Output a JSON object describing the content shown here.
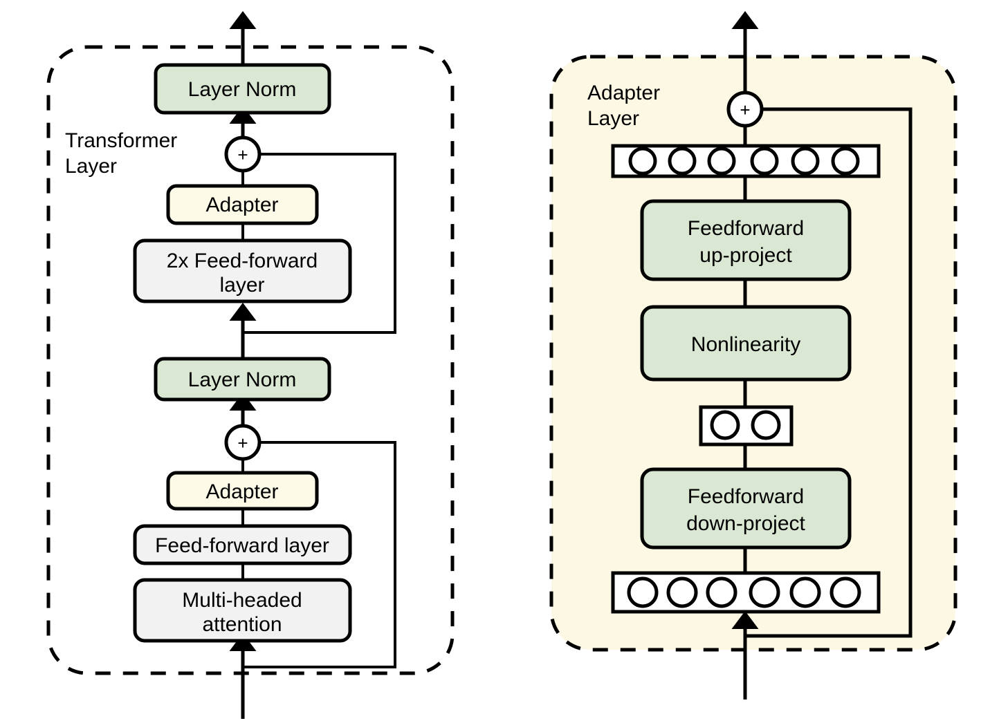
{
  "figure": {
    "title": "Transformer layer with adapter modules and adapter layer internals",
    "background_color": "#ffffff"
  },
  "colors": {
    "green_fill": "#d9e7d3",
    "cream_fill": "#fdfbe8",
    "grey_fill": "#f2f2f2",
    "panel_fill_right": "#fdf8e3",
    "panel_fill_left": "#ffffff",
    "stroke": "#000000",
    "white": "#ffffff"
  },
  "left_panel": {
    "name": "transformer-layer-panel",
    "label": "Transformer Layer",
    "label_lines": [
      "Transformer",
      "Layer"
    ],
    "border_style": "dashed",
    "fill": "#ffffff",
    "blocks": [
      {
        "id": "layer-norm-top",
        "label": "Layer Norm",
        "lines": [
          "Layer Norm"
        ],
        "fill": "green_fill",
        "shape": "rounded-rect"
      },
      {
        "id": "adapter-top",
        "label": "Adapter",
        "lines": [
          "Adapter"
        ],
        "fill": "cream_fill",
        "shape": "rounded-rect"
      },
      {
        "id": "feed-forward-2x",
        "label": "2x Feed-forward layer",
        "lines": [
          "2x Feed-forward",
          "layer"
        ],
        "fill": "grey_fill",
        "shape": "rounded-rect"
      },
      {
        "id": "layer-norm-bottom",
        "label": "Layer Norm",
        "lines": [
          "Layer Norm"
        ],
        "fill": "green_fill",
        "shape": "rounded-rect"
      },
      {
        "id": "adapter-bottom",
        "label": "Adapter",
        "lines": [
          "Adapter"
        ],
        "fill": "cream_fill",
        "shape": "rounded-rect"
      },
      {
        "id": "feed-forward-layer",
        "label": "Feed-forward layer",
        "lines": [
          "Feed-forward layer"
        ],
        "fill": "grey_fill",
        "shape": "rounded-rect"
      },
      {
        "id": "multi-headed-attention",
        "label": "Multi-headed attention",
        "lines": [
          "Multi-headed",
          "attention"
        ],
        "fill": "grey_fill",
        "shape": "rounded-rect"
      }
    ],
    "adders": [
      {
        "id": "add-node-top",
        "symbol": "+"
      },
      {
        "id": "add-node-bottom",
        "symbol": "+"
      }
    ],
    "residual_connections": 2
  },
  "right_panel": {
    "name": "adapter-layer-panel",
    "label": "Adapter Layer",
    "label_lines": [
      "Adapter",
      "Layer"
    ],
    "border_style": "dashed",
    "fill": "#fdf8e3",
    "blocks": [
      {
        "id": "feedforward-up-project",
        "label": "Feedforward up-project",
        "lines": [
          "Feedforward",
          "up-project"
        ],
        "fill": "green_fill",
        "shape": "rounded-rect"
      },
      {
        "id": "nonlinearity",
        "label": "Nonlinearity",
        "lines": [
          "Nonlinearity"
        ],
        "fill": "green_fill",
        "shape": "rounded-rect"
      },
      {
        "id": "feedforward-down-project",
        "label": "Feedforward down-project",
        "lines": [
          "Feedforward",
          "down-project"
        ],
        "fill": "green_fill",
        "shape": "rounded-rect"
      }
    ],
    "neuron_rows": [
      {
        "id": "neuron-row-top",
        "count": 6,
        "position": "above-up-project"
      },
      {
        "id": "neuron-row-bottleneck",
        "count": 2,
        "position": "between-nonlinearity-and-down-project"
      },
      {
        "id": "neuron-row-bottom",
        "count": 6,
        "position": "below-down-project"
      }
    ],
    "adders": [
      {
        "id": "add-node",
        "symbol": "+"
      }
    ],
    "residual_connections": 1
  }
}
